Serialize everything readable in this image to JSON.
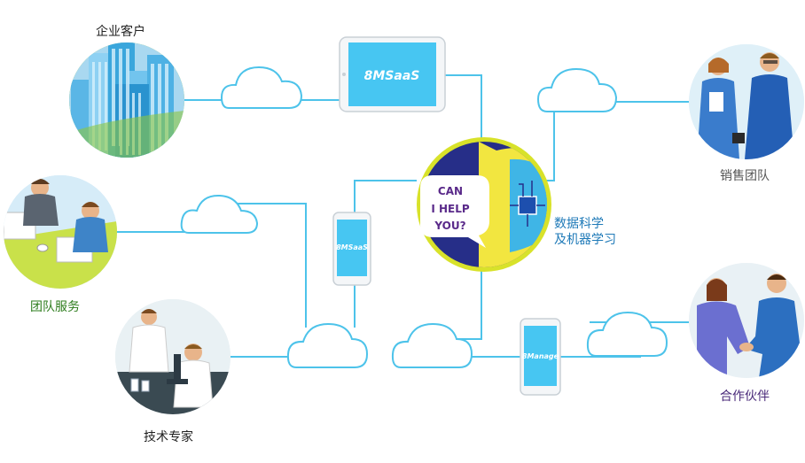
{
  "nodes": {
    "enterprise": "企业客户",
    "team_service": "团队服务",
    "tech_expert": "技术专家",
    "sales_team": "销售团队",
    "partner": "合作伙伴"
  },
  "center": {
    "bubble_line1": "CAN",
    "bubble_line2": "I HELP",
    "bubble_line3": "YOU?",
    "caption_line1": "数据科学",
    "caption_line2": "及机器学习"
  },
  "devices": {
    "tablet_brand": "8MSaaS",
    "phone1_brand": "8MSaaS",
    "phone2_brand": "8Manage"
  },
  "colors": {
    "line": "#4dc3ea",
    "screen": "#47c6f2",
    "center_ring": "#d8e22a",
    "center_bg": "#262e88",
    "bubble_text": "#5a2a8a",
    "green_label": "#2e7d1e",
    "purple_label": "#4a2a7a"
  }
}
